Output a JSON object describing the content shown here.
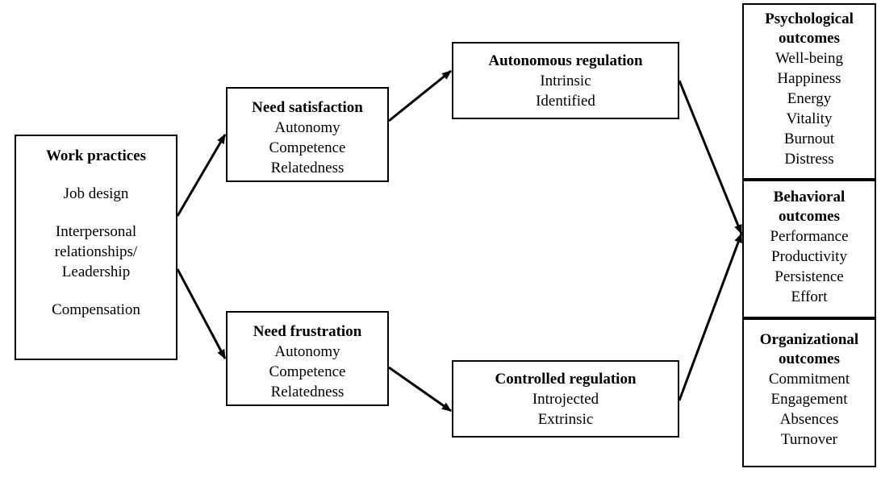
{
  "work_practices": {
    "title": "Work practices",
    "items": [
      "Job design",
      "Interpersonal",
      "relationships/",
      "Leadership",
      "Compensation"
    ]
  },
  "need_satisfaction": {
    "title": "Need satisfaction",
    "items": [
      "Autonomy",
      "Competence",
      "Relatedness"
    ]
  },
  "need_frustration": {
    "title": "Need frustration",
    "items": [
      "Autonomy",
      "Competence",
      "Relatedness"
    ]
  },
  "autonomous_regulation": {
    "title": "Autonomous regulation",
    "items": [
      "Intrinsic",
      "Identified"
    ]
  },
  "controlled_regulation": {
    "title": "Controlled regulation",
    "items": [
      "Introjected",
      "Extrinsic"
    ]
  },
  "psychological_outcomes": {
    "title_line1": "Psychological",
    "title_line2": "outcomes",
    "items": [
      "Well-being",
      "Happiness",
      "Energy",
      "Vitality",
      "Burnout",
      "Distress"
    ]
  },
  "behavioral_outcomes": {
    "title_line1": "Behavioral",
    "title_line2": "outcomes",
    "items": [
      "Performance",
      "Productivity",
      "Persistence",
      "Effort"
    ]
  },
  "organizational_outcomes": {
    "title_line1": "Organizational",
    "title_line2": "outcomes",
    "items": [
      "Commitment",
      "Engagement",
      "Absences",
      "Turnover"
    ]
  },
  "colors": {
    "line": "#000000",
    "background": "#ffffff"
  }
}
